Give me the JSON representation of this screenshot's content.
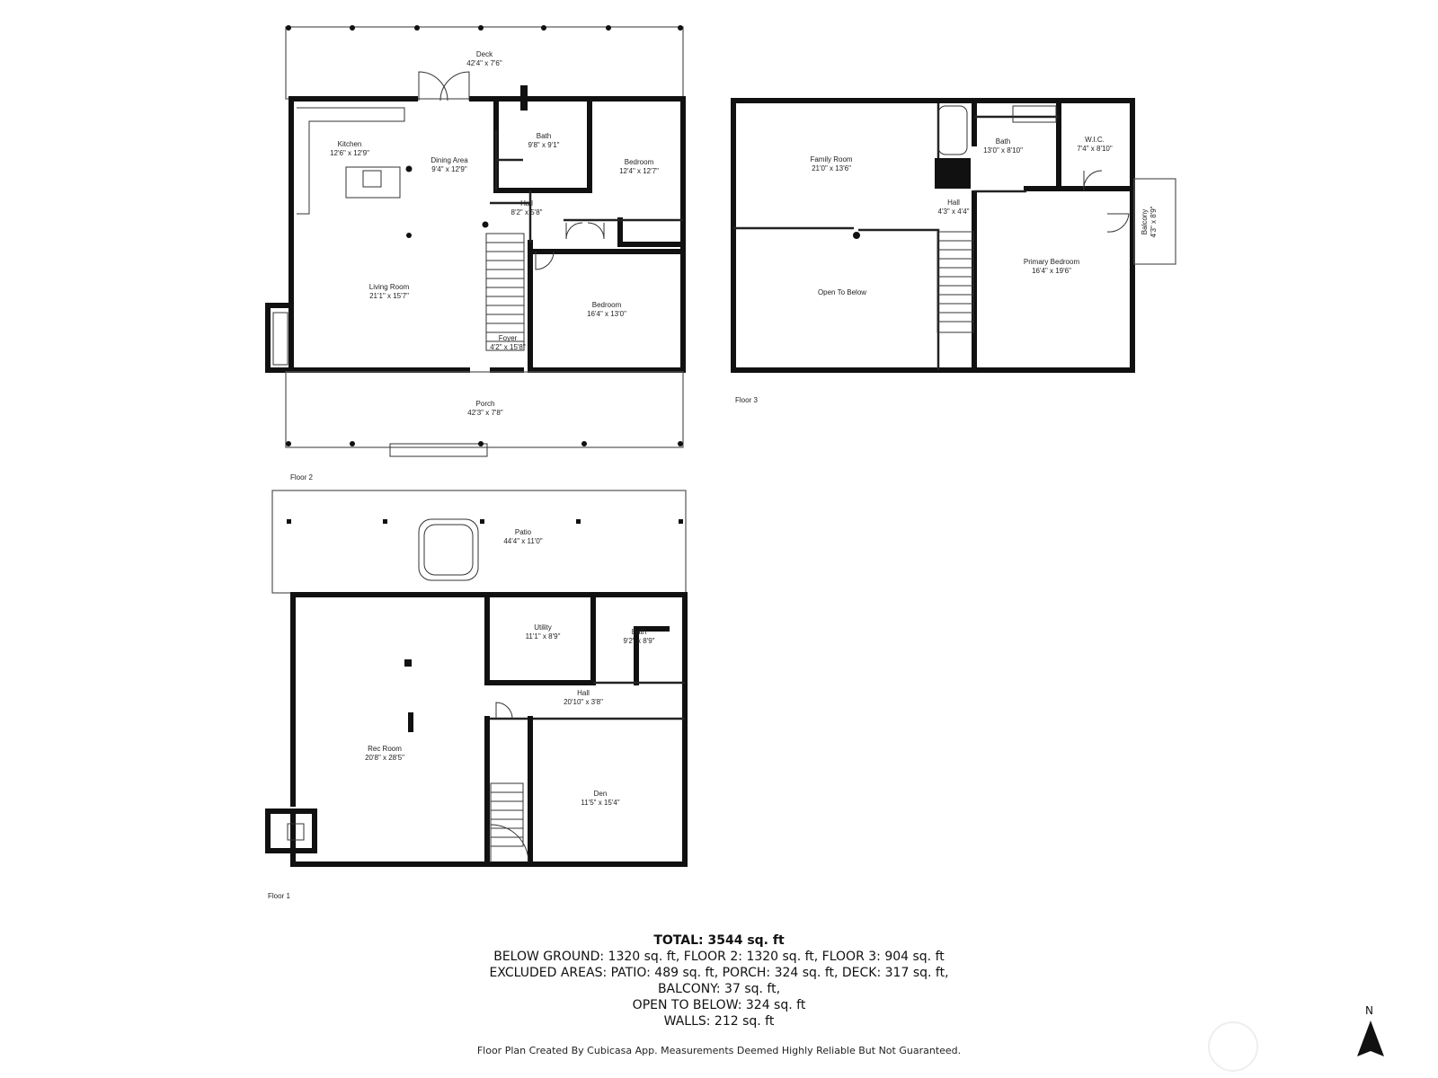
{
  "floors": [
    {
      "label": "Floor 2",
      "rooms": [
        {
          "id": "deck",
          "name": "Deck",
          "dims": "42'4\" x 7'6\""
        },
        {
          "id": "kitchen",
          "name": "Kitchen",
          "dims": "12'6\" x 12'9\""
        },
        {
          "id": "dining",
          "name": "Dining Area",
          "dims": "9'4\" x 12'9\""
        },
        {
          "id": "bath2",
          "name": "Bath",
          "dims": "9'8\" x 9'1\""
        },
        {
          "id": "bedroom2a",
          "name": "Bedroom",
          "dims": "12'4\" x 12'7\""
        },
        {
          "id": "hall2",
          "name": "Hall",
          "dims": "8'2\" x 5'8\""
        },
        {
          "id": "living",
          "name": "Living Room",
          "dims": "21'1\" x 15'7\""
        },
        {
          "id": "bedroom2b",
          "name": "Bedroom",
          "dims": "16'4\" x 13'0\""
        },
        {
          "id": "foyer",
          "name": "Foyer",
          "dims": "4'2\" x 15'8\""
        },
        {
          "id": "porch",
          "name": "Porch",
          "dims": "42'3\" x 7'8\""
        }
      ]
    },
    {
      "label": "Floor 3",
      "rooms": [
        {
          "id": "family",
          "name": "Family Room",
          "dims": "21'0\" x 13'6\""
        },
        {
          "id": "bath3",
          "name": "Bath",
          "dims": "13'0\" x 8'10\""
        },
        {
          "id": "wic",
          "name": "W.I.C.",
          "dims": "7'4\" x 8'10\""
        },
        {
          "id": "hall3",
          "name": "Hall",
          "dims": "4'3\" x 4'4\""
        },
        {
          "id": "balcony",
          "name": "Balcony",
          "dims": "4'3\" x 8'9\""
        },
        {
          "id": "primary",
          "name": "Primary Bedroom",
          "dims": "16'4\" x 19'6\""
        },
        {
          "id": "open",
          "name": "Open To Below",
          "dims": ""
        }
      ]
    },
    {
      "label": "Floor 1",
      "rooms": [
        {
          "id": "patio",
          "name": "Patio",
          "dims": "44'4\" x 11'0\""
        },
        {
          "id": "utility",
          "name": "Utility",
          "dims": "11'1\" x 8'9\""
        },
        {
          "id": "bath1",
          "name": "Bath",
          "dims": "9'2\" x 8'9\""
        },
        {
          "id": "hall1",
          "name": "Hall",
          "dims": "20'10\" x 3'8\""
        },
        {
          "id": "rec",
          "name": "Rec Room",
          "dims": "20'8\" x 28'5\""
        },
        {
          "id": "den",
          "name": "Den",
          "dims": "11'5\" x 15'4\""
        }
      ]
    }
  ],
  "summary": {
    "total": "TOTAL: 3544 sq. ft",
    "line1": "BELOW GROUND: 1320 sq. ft, FLOOR 2: 1320 sq. ft, FLOOR 3: 904 sq. ft",
    "line2": "EXCLUDED AREAS: PATIO: 489 sq. ft, PORCH: 324 sq. ft, DECK: 317 sq. ft,",
    "line3": "BALCONY: 37 sq. ft,",
    "line4": "OPEN TO BELOW: 324 sq. ft",
    "line5": "WALLS: 212 sq. ft"
  },
  "credit": "Floor Plan Created By Cubicasa App. Measurements Deemed Highly Reliable But Not Guaranteed.",
  "compass": {
    "label": "N"
  }
}
